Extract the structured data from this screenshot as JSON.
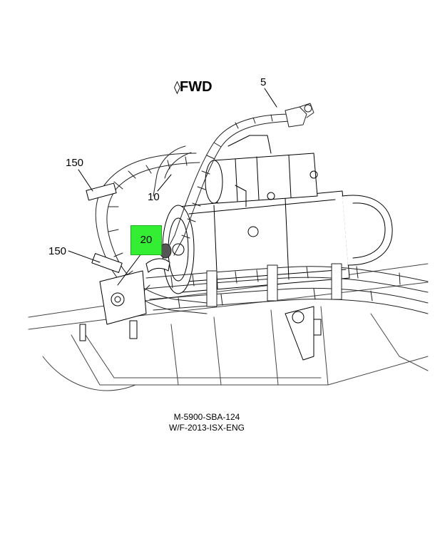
{
  "diagram": {
    "fwd_label": "FWD",
    "fwd_arrow": "◊",
    "callouts": {
      "c5": "5",
      "c10": "10",
      "c150_top": "150",
      "c150_left": "150",
      "c20": "20"
    },
    "highlight_color": "#33ee33",
    "caption_line1": "M-5900-SBA-124",
    "caption_line2": "W/F-2013-ISX-ENG"
  }
}
